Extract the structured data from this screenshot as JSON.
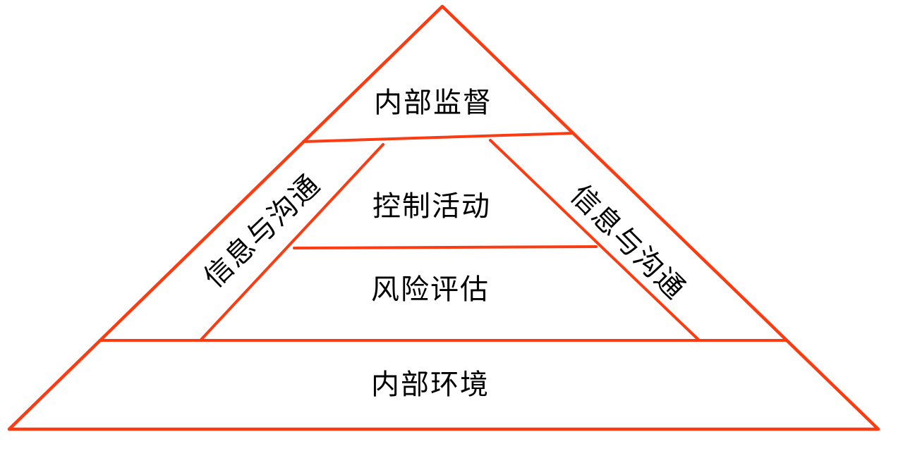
{
  "diagram": {
    "type": "internal-control-pyramid",
    "layers": [
      {
        "id": "internal-monitoring",
        "label": "内部监督"
      },
      {
        "id": "control-activities",
        "label": "控制活动"
      },
      {
        "id": "risk-assessment",
        "label": "风险评估"
      },
      {
        "id": "internal-environment",
        "label": "内部环境"
      }
    ],
    "bands": {
      "left": {
        "label": "信息与沟通"
      },
      "right": {
        "label": "信息与沟通"
      }
    },
    "colors": {
      "line": "#fb3b12",
      "text": "#000000",
      "background": "#ffffff"
    }
  }
}
